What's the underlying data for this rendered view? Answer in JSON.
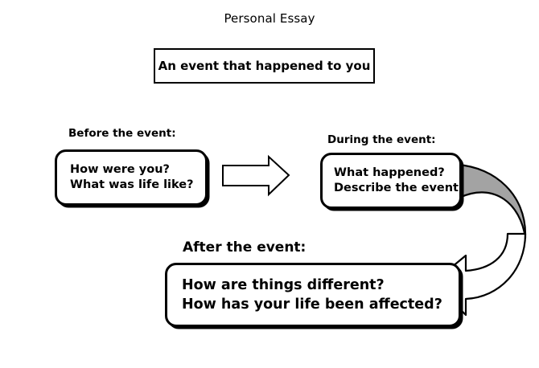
{
  "diagram": {
    "title": "Personal Essay",
    "topic_box": {
      "text": "An event that happened to you"
    },
    "stages": [
      {
        "id": "before",
        "label": "Before the event:",
        "lines": [
          "How were you?",
          "What was life like?"
        ]
      },
      {
        "id": "during",
        "label": "During the event:",
        "lines": [
          "What happened?",
          "Describe the event."
        ]
      },
      {
        "id": "after",
        "label": "After the event:",
        "lines": [
          "How are things different?",
          "How has your life been affected?"
        ]
      }
    ],
    "connectors": [
      {
        "id": "straight-arrow",
        "icon": "right-block-arrow-icon",
        "from": "before",
        "to": "during",
        "fill": "#ffffff",
        "stroke": "#000000"
      },
      {
        "id": "curved-arrow",
        "icon": "curved-bent-arrow-icon",
        "from": "during",
        "to": "after",
        "fill_upper": "#a3a3a3",
        "fill_lower": "#ffffff",
        "stroke": "#000000"
      }
    ],
    "colors": {
      "background": "#ffffff",
      "stroke": "#000000",
      "text": "#000000",
      "arrow_gray": "#a3a3a3"
    }
  }
}
